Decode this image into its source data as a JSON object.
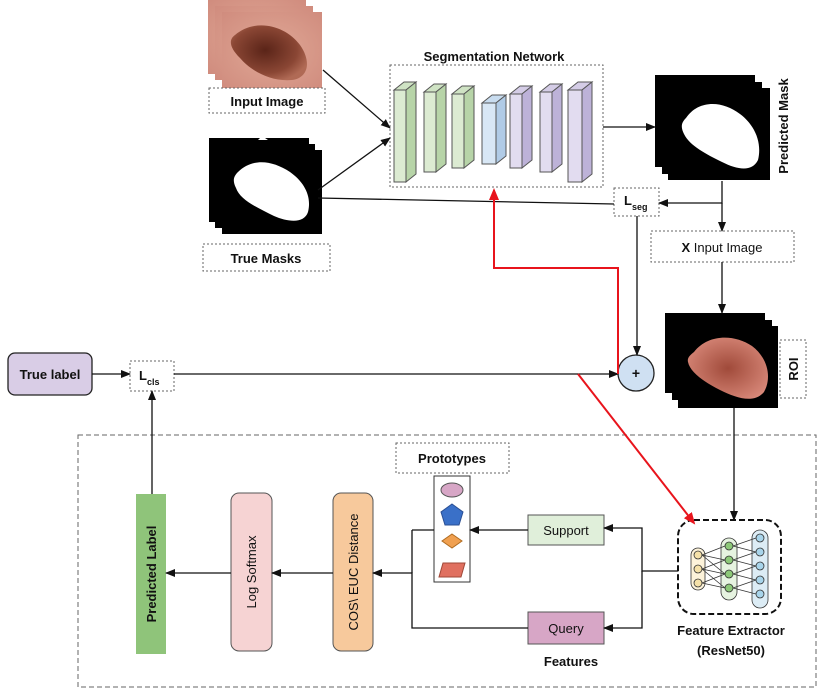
{
  "labels": {
    "segmentation_network": "Segmentation Network",
    "input_image": "Input Image",
    "true_masks": "True Masks",
    "predicted_mask": "Predicted Mask",
    "l_seg_main": "L",
    "l_seg_sub": "seg",
    "x_input_image_x": "X",
    "x_input_image_rest": " Input Image",
    "roi": "ROI",
    "true_label": "True label",
    "l_cls_main": "L",
    "l_cls_sub": "cls",
    "plus": "+",
    "prototypes": "Prototypes",
    "support": "Support",
    "query": "Query",
    "features": "Features",
    "feature_extractor_line1": "Feature Extractor",
    "feature_extractor_line2": "(ResNet50)",
    "predicted_label": "Predicted Label",
    "log_softmax": "Log Softmax",
    "cos_euc_distance": "COS\\ EUC  Distance"
  },
  "colors": {
    "true_label_fill": "#d9cde6",
    "predicted_label_fill": "#8fc47a",
    "log_softmax_fill": "#f6d3d3",
    "distance_fill": "#f7c99c",
    "support_fill": "#e0efda",
    "query_fill": "#d7a6c6",
    "plus_fill": "#cfe0f2",
    "red_arrow": "#e8141c",
    "skin": "#d79c86",
    "lesion": "#7a3a2a"
  }
}
